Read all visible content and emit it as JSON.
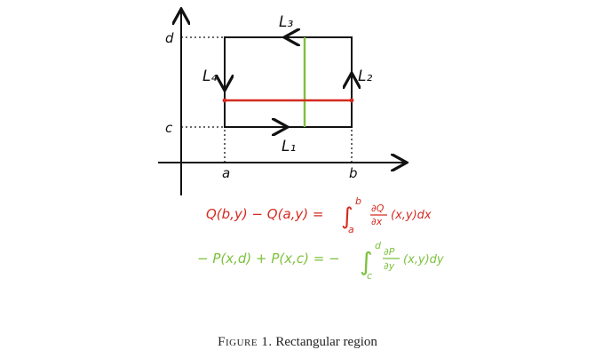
{
  "figure": {
    "axis_labels": {
      "y_top": "d",
      "y_bottom": "c",
      "x_left": "a",
      "x_right": "b"
    },
    "path_labels": {
      "bottom": "L₁",
      "right": "L₂",
      "top": "L₃",
      "left": "L₄"
    },
    "equations": {
      "line1": {
        "lhs": "Q(b,y) − Q(a,y) =",
        "integral": "∫",
        "upper": "b",
        "lower": "a",
        "frac_num": "∂Q",
        "frac_den": "∂x",
        "tail": "(x,y)dx"
      },
      "line2": {
        "lhs": "− P(x,d) + P(x,c) = −",
        "integral": "∫",
        "upper": "d",
        "lower": "c",
        "frac_num": "∂P",
        "frac_den": "∂y",
        "tail": "(x,y)dy"
      }
    },
    "colors": {
      "ink": "#111111",
      "red": "#d42a1f",
      "green": "#7cc13c"
    }
  },
  "caption": {
    "label": "Figure 1.",
    "text": "Rectangular region"
  }
}
